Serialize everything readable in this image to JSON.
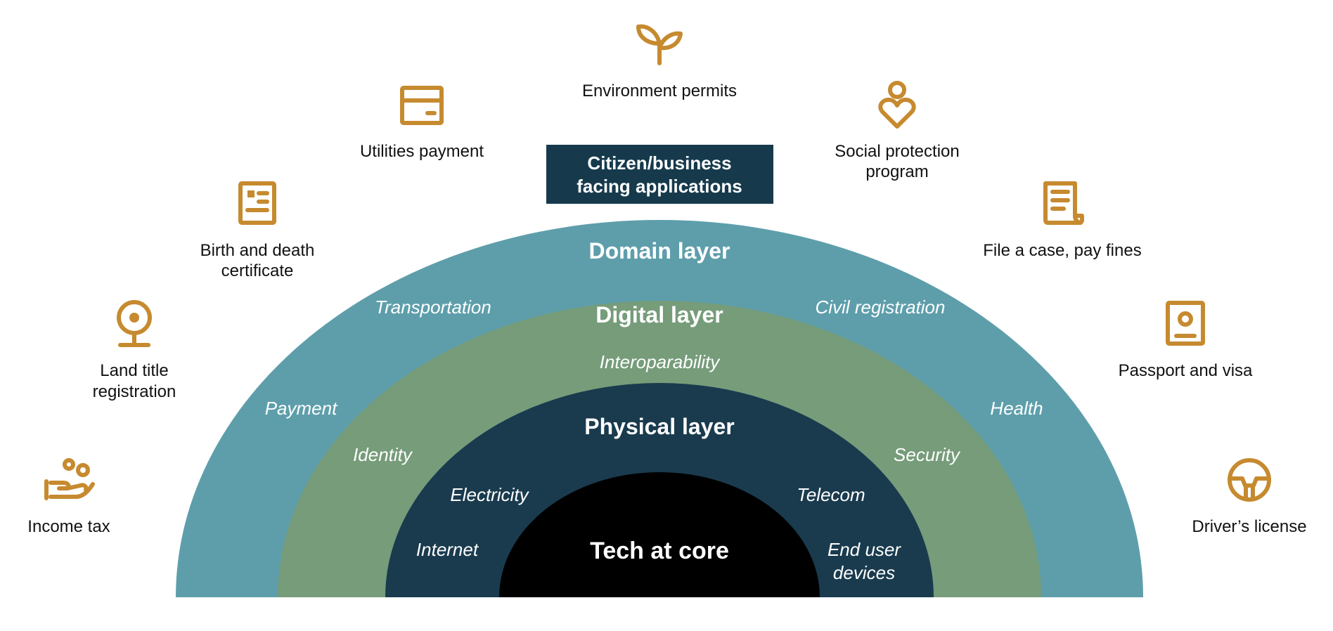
{
  "colors": {
    "domain": "#5e9eab",
    "digital": "#769c7a",
    "physical": "#1a3b4e",
    "core": "#000000",
    "banner": "#163a4c",
    "icon": "#c68a2f"
  },
  "banner": {
    "line1": "Citizen/business",
    "line2": "facing applications"
  },
  "core": {
    "title": "Tech at core"
  },
  "layers": {
    "domain": {
      "title": "Domain layer",
      "transportation": "Transportation",
      "civil_registration": "Civil registration",
      "payment": "Payment",
      "health": "Health"
    },
    "digital": {
      "title": "Digital layer",
      "interoperability": "Interoparability",
      "identity": "Identity",
      "security": "Security"
    },
    "physical": {
      "title": "Physical layer",
      "electricity": "Electricity",
      "telecom": "Telecom",
      "internet": "Internet",
      "end_user_line1": "End user",
      "end_user_line2": "devices"
    }
  },
  "services": {
    "environment_permits": {
      "label": "Environment permits",
      "icon": "sprout-icon"
    },
    "utilities_payment": {
      "label": "Utilities payment",
      "icon": "card-icon"
    },
    "social_protection": {
      "line1": "Social protection",
      "line2": "program",
      "icon": "person-heart-icon"
    },
    "birth_death": {
      "line1": "Birth and death",
      "line2": "certificate",
      "icon": "document-icon"
    },
    "file_case": {
      "label": "File a case, pay fines",
      "icon": "scroll-icon"
    },
    "land_title": {
      "line1": "Land title",
      "line2": "registration",
      "icon": "location-pin-icon"
    },
    "passport": {
      "label": "Passport and visa",
      "icon": "id-card-icon"
    },
    "income_tax": {
      "label": "Income tax",
      "icon": "hand-coins-icon"
    },
    "drivers_license": {
      "label": "Driver’s license",
      "icon": "steering-wheel-icon"
    }
  }
}
